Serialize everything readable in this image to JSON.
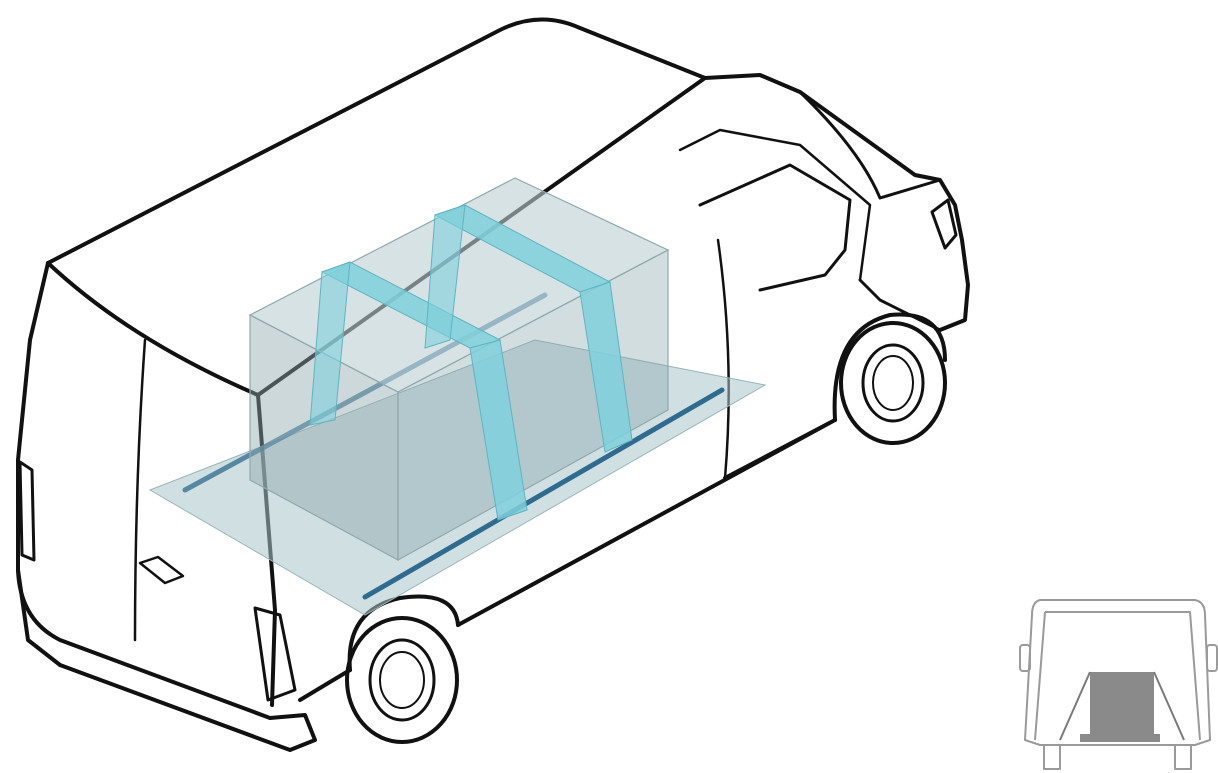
{
  "diagram": {
    "subject": "van-cargo-load-securing",
    "colors": {
      "outline": "#111111",
      "cargo_box": "#7f9ea6",
      "floor_plane": "#a9c4c9",
      "straps": "#7fd0dc",
      "lashing_rails": "#2f6b8e",
      "thumbnail_outline": "#9a9a9a",
      "thumbnail_cargo": "#8a8a8a"
    },
    "components": {
      "main_view": "van-isometric-view",
      "inset_view": "van-rear-view-thumbnail"
    },
    "counts": {
      "straps": 2,
      "lashing_rails": 2,
      "visible_wheels": 2
    }
  }
}
